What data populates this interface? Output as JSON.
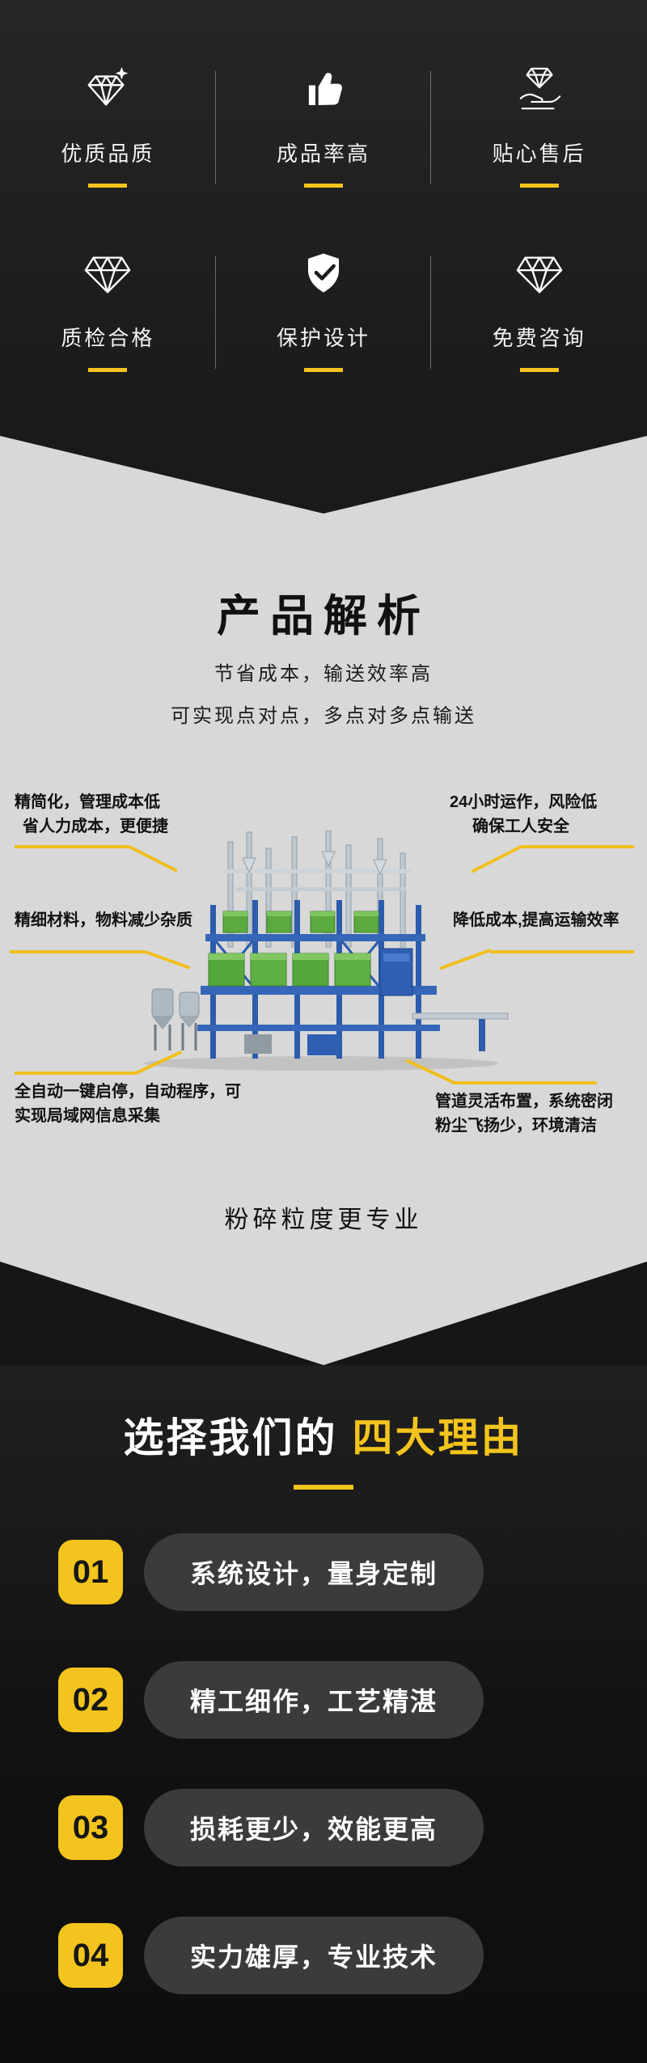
{
  "colors": {
    "accent_yellow": "#f3c41d",
    "top_section_bg": "#1e1e1e",
    "gray_section_bg": "#d8d8d8",
    "bottom_section_bg": "#141414",
    "pill_bg": "#3b3b3b",
    "machine_blue": "#2c5cab",
    "machine_green": "#58a93f"
  },
  "features": {
    "rows": [
      [
        {
          "label": "优质品质",
          "icon": "diamond-sparkle-icon"
        },
        {
          "label": "成品率高",
          "icon": "thumbs-up-icon"
        },
        {
          "label": "贴心售后",
          "icon": "hand-diamond-icon"
        }
      ],
      [
        {
          "label": "质检合格",
          "icon": "diamond-icon"
        },
        {
          "label": "保护设计",
          "icon": "shield-check-icon"
        },
        {
          "label": "免费咨询",
          "icon": "diamond-icon"
        }
      ]
    ]
  },
  "analysis": {
    "title": "产品解析",
    "subtitle_line1": "节省成本，输送效率高",
    "subtitle_line2": "可实现点对点，多点对多点输送",
    "callouts": {
      "top_left": [
        "精简化，管理成本低",
        "省人力成本，更便捷"
      ],
      "top_right": [
        "24小时运作，风险低",
        "确保工人安全"
      ],
      "mid_left": "精细材料，物料减少杂质",
      "mid_right": "降低成本,提高运输效率",
      "bottom_left": [
        "全自动一键启停，自动程序，可",
        "实现局域网信息采集"
      ],
      "bottom_right": [
        "管道灵活布置，系统密闭",
        "粉尘飞扬少，环境清洁"
      ]
    },
    "footer_text": "粉碎粒度更专业"
  },
  "reasons": {
    "title_white": "选择我们的",
    "title_yellow": "四大理由",
    "items": [
      {
        "number": "01",
        "label": "系统设计，量身定制"
      },
      {
        "number": "02",
        "label": "精工细作，工艺精湛"
      },
      {
        "number": "03",
        "label": "损耗更少，效能更高"
      },
      {
        "number": "04",
        "label": "实力雄厚，专业技术"
      }
    ]
  }
}
